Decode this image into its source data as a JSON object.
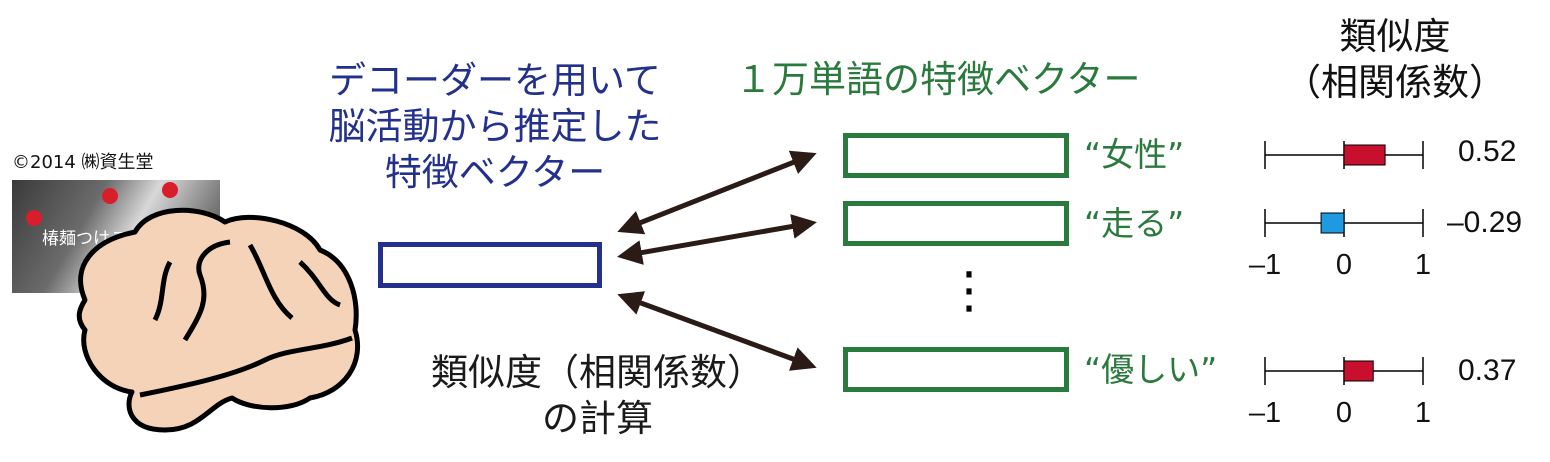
{
  "copyright": "©2014 ㈱資生堂",
  "photo_caption": "椿麺つけこみ美",
  "decoder_caption": [
    "デコーダーを用いて",
    "脳活動から推定した",
    "特徴ベクター"
  ],
  "word_vectors_caption": "１万単語の特徴ベクター",
  "similarity_header": [
    "類似度",
    "（相関係数）"
  ],
  "calc_caption": [
    "類似度（相関係数）",
    "の計算"
  ],
  "words": [
    "“女性”",
    "“走る”",
    "“優しい”"
  ],
  "ellipsis": "⋮",
  "values": [
    "0.52",
    "–0.29",
    "0.37"
  ],
  "tick_labels": [
    "–1",
    "0",
    "1"
  ],
  "chart_data": {
    "type": "bar",
    "categories": [
      "“女性”",
      "“走る”",
      "“優しい”"
    ],
    "values": [
      0.52,
      -0.29,
      0.37
    ],
    "xlim": [
      -1,
      1
    ],
    "ticks": [
      -1,
      0,
      1
    ],
    "colors": {
      "positive": "#c8102e",
      "negative": "#1e9be0"
    }
  },
  "colors": {
    "blue": "#23318c",
    "green": "#2a7a3d",
    "arrow": "#2b1b17",
    "brain_fill": "#f5d3b8"
  }
}
